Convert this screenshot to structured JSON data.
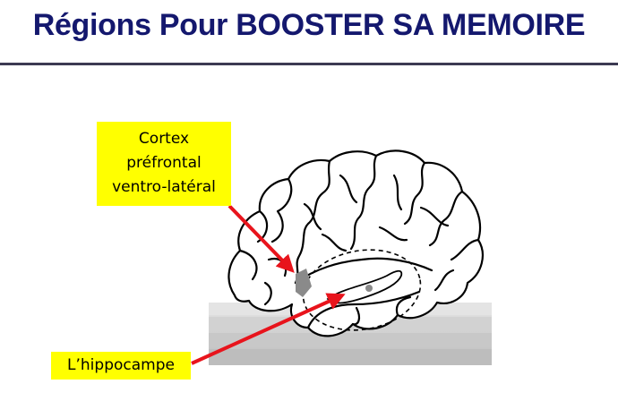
{
  "slide": {
    "title": "Régions Pour BOOSTER SA MEMOIRE"
  },
  "labels": {
    "cortex": {
      "line1": "Cortex",
      "line2": "préfrontal",
      "line3": "ventro-latéral"
    },
    "hippocampus": "L’hippocampe"
  },
  "colors": {
    "title": "#14186e",
    "label_background": "#ffff00",
    "arrow": "#e8141c",
    "base_gray": "#cfcfcf",
    "region_gray": "#8a8a8a"
  }
}
